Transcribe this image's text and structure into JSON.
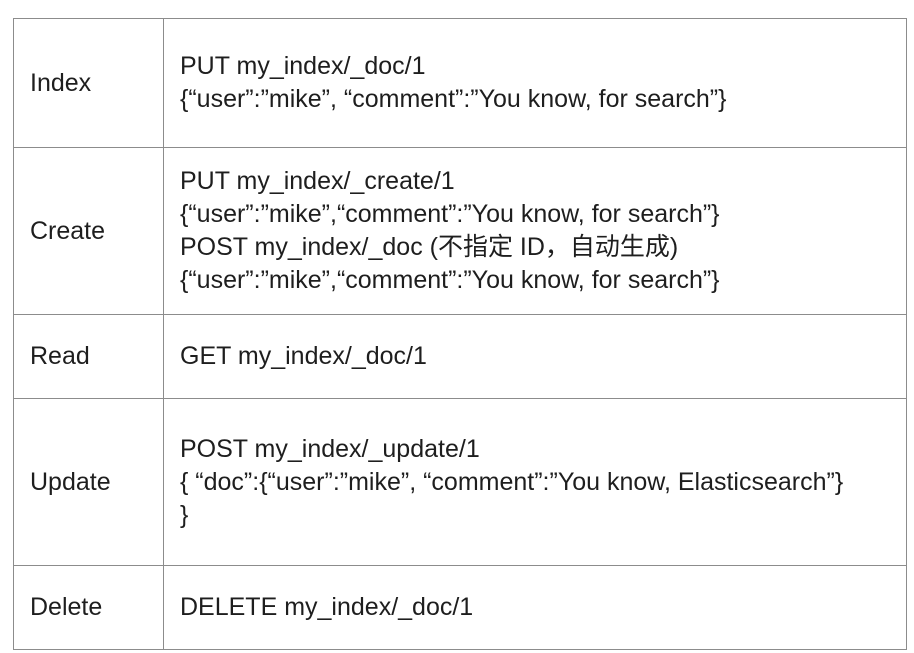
{
  "rows": [
    {
      "operation": "Index",
      "lines": [
        "PUT my_index/_doc/1",
        "{“user”:”mike”, “comment”:”You know, for search”}"
      ]
    },
    {
      "operation": "Create",
      "lines": [
        "PUT my_index/_create/1",
        "{“user”:”mike”,“comment”:”You know, for search”}",
        "POST my_index/_doc (不指定 ID，自动生成)",
        "{“user”:”mike”,“comment”:”You know, for search”}"
      ]
    },
    {
      "operation": "Read",
      "lines": [
        "GET my_index/_doc/1"
      ]
    },
    {
      "operation": "Update",
      "lines": [
        "POST my_index/_update/1",
        "{   “doc”:{“user”:”mike”, “comment”:”You know, Elasticsearch”}",
        "}"
      ]
    },
    {
      "operation": "Delete",
      "lines": [
        "DELETE my_index/_doc/1"
      ]
    }
  ]
}
